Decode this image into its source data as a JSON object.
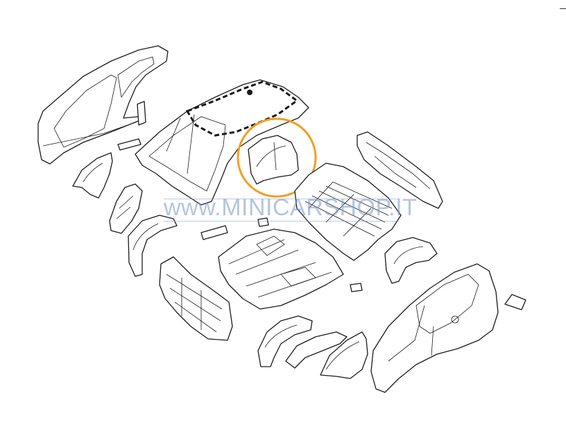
{
  "watermark": {
    "prefix": "www.",
    "brand": "MINICARSHOP.IT"
  },
  "highlight": {
    "color": "#f0a020",
    "part": "rear-wheelhouse-inner-panel"
  },
  "colors": {
    "line": "#1a1a1a",
    "watermark": "#7896c8",
    "background": "#ffffff"
  }
}
